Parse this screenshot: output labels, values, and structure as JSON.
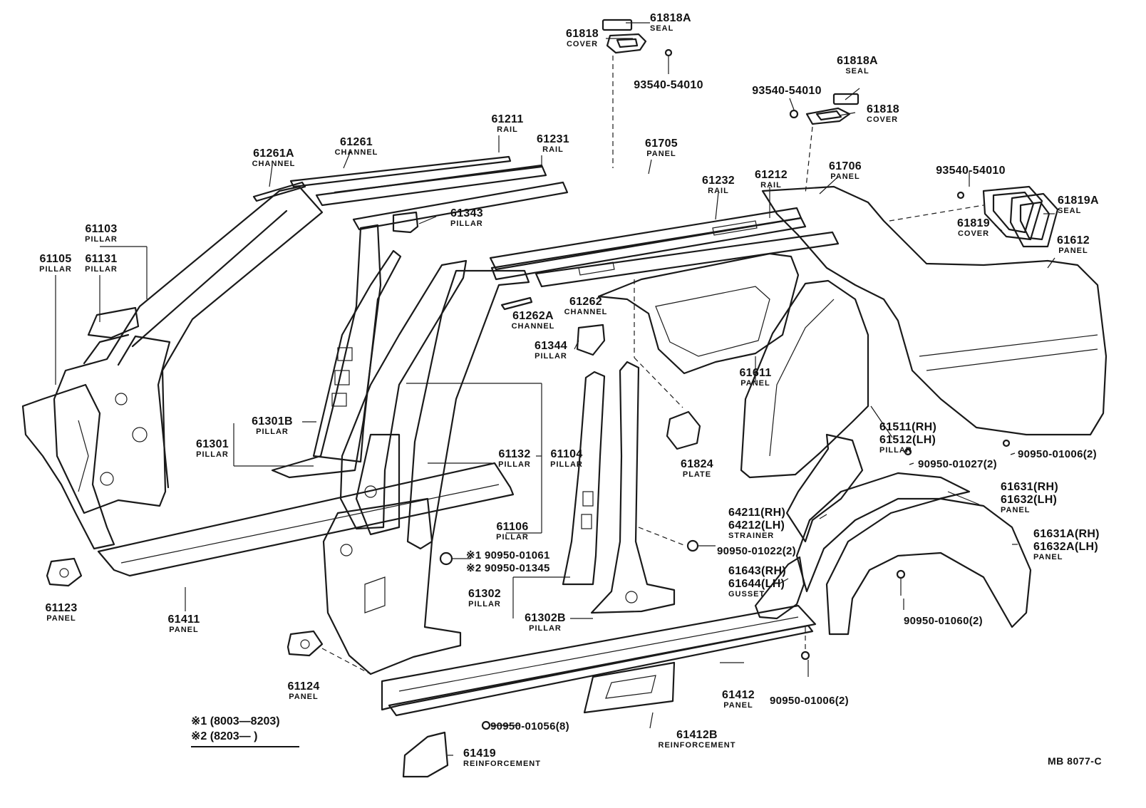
{
  "callouts": [
    {
      "id": "c61818A_t",
      "num": "61818A",
      "desc": "SEAL"
    },
    {
      "id": "c61818_t",
      "num": "61818",
      "desc": "COVER"
    },
    {
      "id": "c93540_t",
      "num": "93540-54010",
      "desc": ""
    },
    {
      "id": "c61818A_r",
      "num": "61818A",
      "desc": "SEAL"
    },
    {
      "id": "c93540_r",
      "num": "93540-54010",
      "desc": ""
    },
    {
      "id": "c61818_r",
      "num": "61818",
      "desc": "COVER"
    },
    {
      "id": "c61211",
      "num": "61211",
      "desc": "RAIL"
    },
    {
      "id": "c61231",
      "num": "61231",
      "desc": "RAIL"
    },
    {
      "id": "c61705",
      "num": "61705",
      "desc": "PANEL"
    },
    {
      "id": "c61261",
      "num": "61261",
      "desc": "CHANNEL"
    },
    {
      "id": "c61261A",
      "num": "61261A",
      "desc": "CHANNEL"
    },
    {
      "id": "c61232",
      "num": "61232",
      "desc": "RAIL"
    },
    {
      "id": "c61212",
      "num": "61212",
      "desc": "RAIL"
    },
    {
      "id": "c61706",
      "num": "61706",
      "desc": "PANEL"
    },
    {
      "id": "c93540_q",
      "num": "93540-54010",
      "desc": ""
    },
    {
      "id": "c61819A",
      "num": "61819A",
      "desc": "SEAL"
    },
    {
      "id": "c61819",
      "num": "61819",
      "desc": "COVER"
    },
    {
      "id": "c61612",
      "num": "61612",
      "desc": "PANEL"
    },
    {
      "id": "c61103",
      "num": "61103",
      "desc": "PILLAR"
    },
    {
      "id": "c61105",
      "num": "61105",
      "desc": "PILLAR"
    },
    {
      "id": "c61131",
      "num": "61131",
      "desc": "PILLAR"
    },
    {
      "id": "c61343",
      "num": "61343",
      "desc": "PILLAR"
    },
    {
      "id": "c61262",
      "num": "61262",
      "desc": "CHANNEL"
    },
    {
      "id": "c61262A",
      "num": "61262A",
      "desc": "CHANNEL"
    },
    {
      "id": "c61344",
      "num": "61344",
      "desc": "PILLAR"
    },
    {
      "id": "c61611",
      "num": "61611",
      "desc": "PANEL"
    },
    {
      "id": "c61301B",
      "num": "61301B",
      "desc": "PILLAR"
    },
    {
      "id": "c61301",
      "num": "61301",
      "desc": "PILLAR"
    },
    {
      "id": "c61132",
      "num": "61132",
      "desc": "PILLAR"
    },
    {
      "id": "c61104",
      "num": "61104",
      "desc": "PILLAR"
    },
    {
      "id": "c61106",
      "num": "61106",
      "desc": "PILLAR"
    },
    {
      "id": "c61824",
      "num": "61824",
      "desc": "PLATE"
    },
    {
      "id": "c61511",
      "num": "61511(RH)",
      "desc": ""
    },
    {
      "id": "c61512",
      "num": "61512(LH)",
      "desc": "PILLAR"
    },
    {
      "id": "c61631",
      "num": "61631(RH)",
      "desc": ""
    },
    {
      "id": "c61632",
      "num": "61632(LH)",
      "desc": "PANEL"
    },
    {
      "id": "c61631A",
      "num": "61631A(RH)",
      "desc": ""
    },
    {
      "id": "c61632A",
      "num": "61632A(LH)",
      "desc": "PANEL"
    },
    {
      "id": "c64211",
      "num": "64211(RH)",
      "desc": ""
    },
    {
      "id": "c64212",
      "num": "64212(LH)",
      "desc": "STRAINER"
    },
    {
      "id": "c61643",
      "num": "61643(RH)",
      "desc": ""
    },
    {
      "id": "c61644",
      "num": "61644(LH)",
      "desc": "GUSSET"
    },
    {
      "id": "c61302",
      "num": "61302",
      "desc": "PILLAR"
    },
    {
      "id": "c61302B",
      "num": "61302B",
      "desc": "PILLAR"
    },
    {
      "id": "c61123",
      "num": "61123",
      "desc": "PANEL"
    },
    {
      "id": "c61411",
      "num": "61411",
      "desc": "PANEL"
    },
    {
      "id": "c61124",
      "num": "61124",
      "desc": "PANEL"
    },
    {
      "id": "c61412",
      "num": "61412",
      "desc": "PANEL"
    },
    {
      "id": "c61412B",
      "num": "61412B",
      "desc": "REINFORCEMENT"
    },
    {
      "id": "c61419",
      "num": "61419",
      "desc": "REINFORCEMENT"
    }
  ],
  "fasteners": [
    {
      "id": "f1",
      "text": "90950-01027(2)"
    },
    {
      "id": "f2",
      "text": "90950-01006(2)"
    },
    {
      "id": "f3",
      "text": "90950-01022(2)"
    },
    {
      "id": "f4",
      "text": "90950-01060(2)"
    },
    {
      "id": "f5",
      "text": "90950-01006(2)"
    },
    {
      "id": "f6",
      "text": "90950-01056(8)"
    },
    {
      "id": "f7",
      "text": "※1  90950-01061"
    },
    {
      "id": "f8",
      "text": "※2  90950-01345"
    }
  ],
  "legend": {
    "line1": "※1 (8003—8203)",
    "line2": "※2 (8203—          )"
  },
  "diagram_code": "MB  8077-C"
}
